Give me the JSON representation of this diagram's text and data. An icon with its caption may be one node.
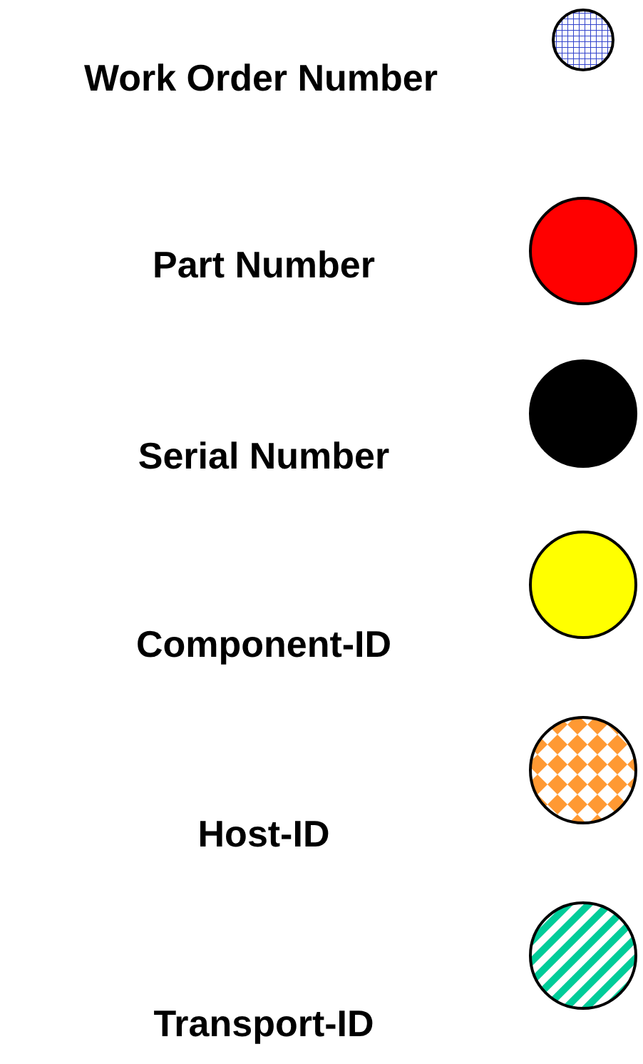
{
  "diagram": {
    "legend": [
      {
        "text": "Work Order Number"
      },
      {
        "text": "Part Number",
        "color": "#ff0000"
      },
      {
        "text": "Serial Number",
        "color": "#000000"
      },
      {
        "text": "Component-ID",
        "color": "#ffff00"
      },
      {
        "text": "Host-ID"
      },
      {
        "text": "Transport-ID"
      }
    ]
  }
}
